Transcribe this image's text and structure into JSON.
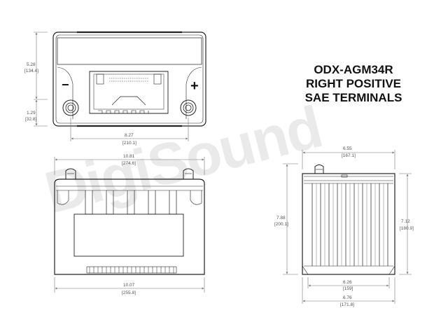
{
  "title": {
    "line1": "ODX-AGM34R",
    "line2": "RIGHT POSITIVE",
    "line3": "SAE TERMINALS"
  },
  "watermark": "DigiSound",
  "terminals": {
    "negative": "−",
    "positive": "+"
  },
  "dimensions": {
    "top_height_in": "5.28",
    "top_height_mm": "[134.4]",
    "post_height_in": "1.29",
    "post_height_mm": "[32.8]",
    "post_spacing_in": "8.27",
    "post_spacing_mm": "[210.1]",
    "overall_length_in": "10.81",
    "overall_length_mm": "[274.6]",
    "base_length_in": "10.07",
    "base_length_mm": "[255.8]",
    "top_width_in": "6.55",
    "top_width_mm": "[167.1]",
    "case_height_in": "7.88",
    "case_height_mm": "[200.1]",
    "overall_height_in": "7.12",
    "overall_height_mm": "[180.9]",
    "inner_width_in": "6.26",
    "inner_width_mm": "[159]",
    "base_width_in": "6.76",
    "base_width_mm": "[171.8]"
  },
  "colors": {
    "outline": "#222222",
    "dimension": "#777777",
    "watermark": "#d9d9d9"
  }
}
